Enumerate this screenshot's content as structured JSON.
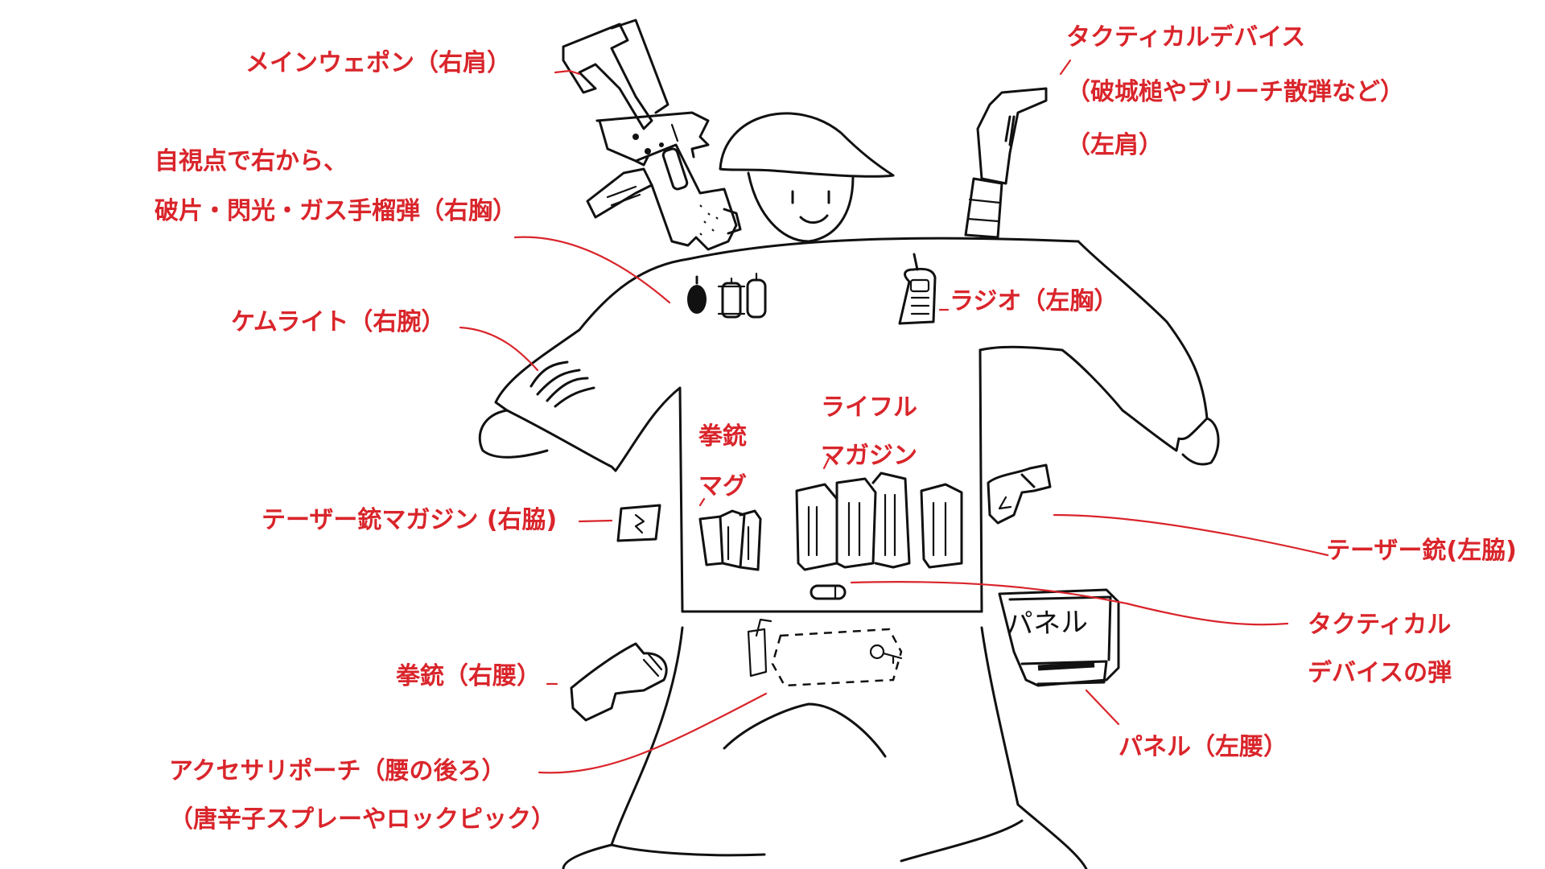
{
  "colors": {
    "label": "#d9252b",
    "ink": "#111111",
    "background": "#ffffff"
  },
  "labels": {
    "main_weapon": "メインウェポン（右肩）",
    "tactical_device_1": "タクティカルデバイス",
    "tactical_device_2": "（破城槌やブリーチ散弾など）",
    "tactical_device_3": "（左肩）",
    "grenades_1": "自視点で右から、",
    "grenades_2": "破片・閃光・ガス手榴弾（右胸）",
    "radio": "ラジオ（左胸）",
    "camlight": "ケムライト（右腕）",
    "rifle_mag_1": "ライフル",
    "rifle_mag_2": "マガジン",
    "pistol_mag_1": "拳銃",
    "pistol_mag_2": "マグ",
    "taser_mag": "テーザー銃マガジン (右脇)",
    "taser": "テーザー銃(左脇)",
    "tactical_ammo_1": "タクティカル",
    "tactical_ammo_2": "デバイスの弾",
    "pistol": "拳銃（右腰）",
    "accessory_1": "アクセサリポーチ（腰の後ろ）",
    "accessory_2": "（唐辛子スプレーやロックピック）",
    "panel": "パネル（左腰）",
    "panel_handwritten": "パネル"
  }
}
